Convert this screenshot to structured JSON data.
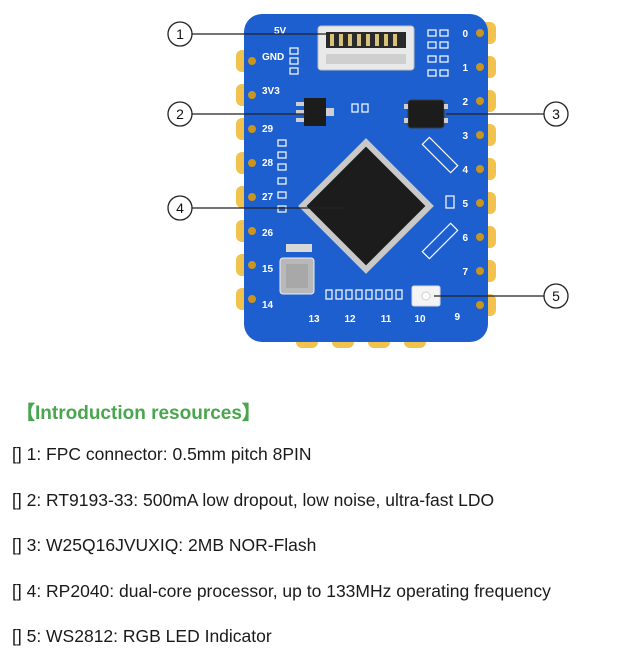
{
  "callouts": [
    "1",
    "2",
    "3",
    "4",
    "5"
  ],
  "board": {
    "left_pins": [
      "GND",
      "3V3",
      "29",
      "28",
      "27",
      "26",
      "15",
      "14"
    ],
    "right_pins": [
      "0",
      "1",
      "2",
      "3",
      "4",
      "5",
      "6",
      "7",
      "9"
    ],
    "bottom_pins": [
      "13",
      "12",
      "11",
      "10"
    ],
    "top_label": "5V",
    "colors": {
      "pcb": "#1e5fd0",
      "pad": "#f2c24f",
      "chip": "#1c1c1c",
      "silk": "#ffffff"
    }
  },
  "intro": {
    "title": "【Introduction resources】",
    "title_color": "#4aa64e",
    "items": [
      "[] 1: FPC connector: 0.5mm pitch 8PIN",
      "[] 2: RT9193-33: 500mA low dropout, low noise, ultra-fast LDO",
      "[] 3: W25Q16JVUXIQ: 2MB NOR-Flash",
      "[] 4: RP2040: dual-core processor, up to 133MHz operating frequency",
      "[] 5: WS2812: RGB LED Indicator"
    ]
  }
}
